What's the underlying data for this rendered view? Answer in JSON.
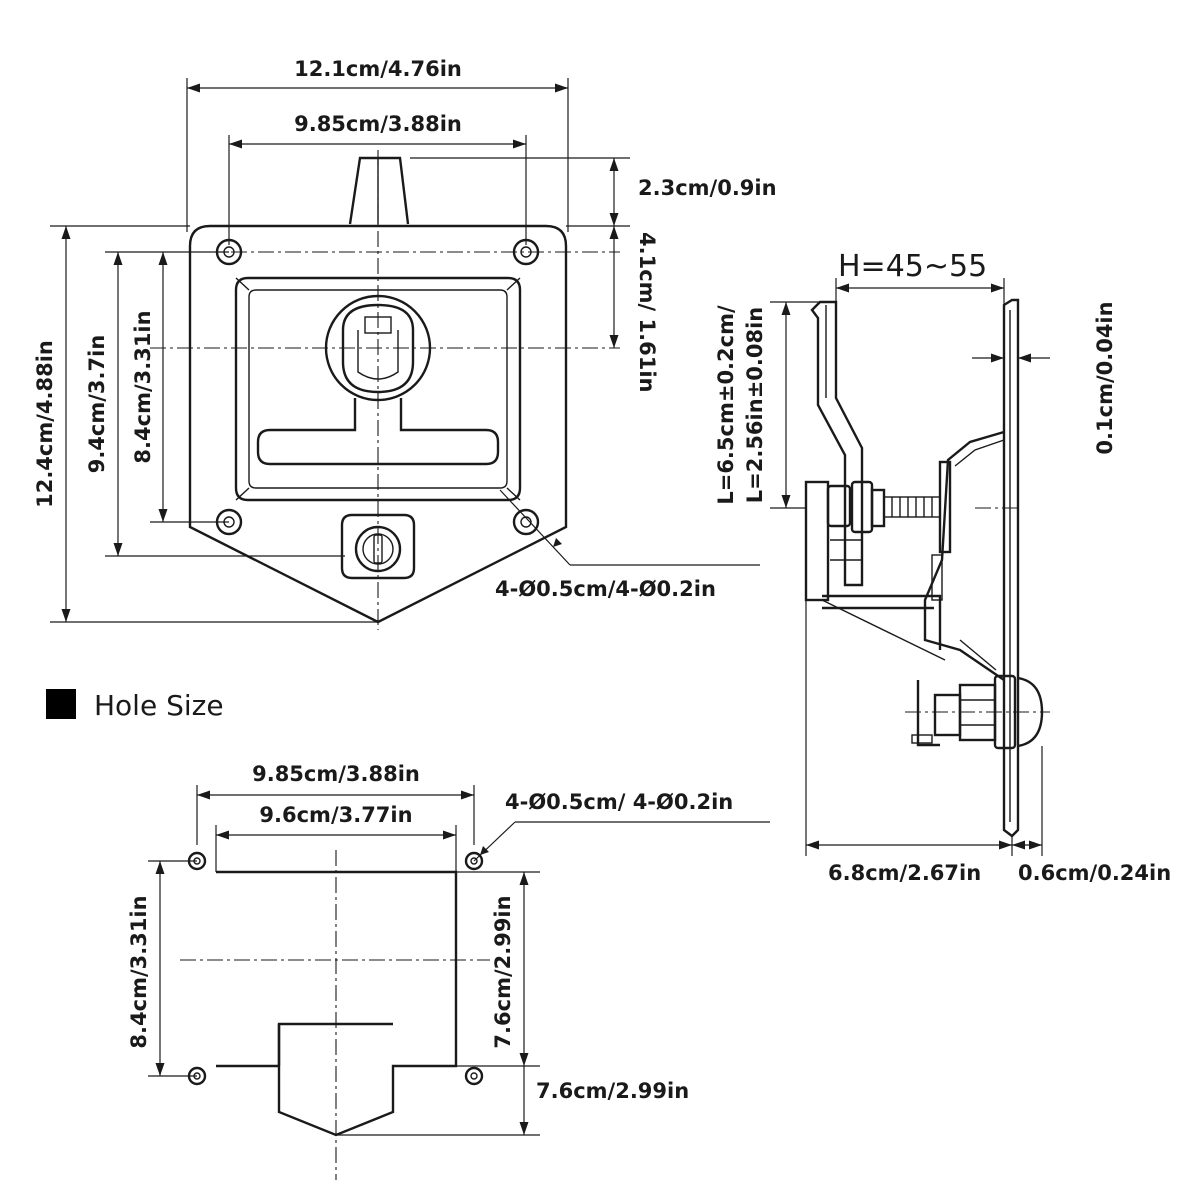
{
  "front_view": {
    "overall_width": "12.1cm/4.76in",
    "hole_spacing_width": "9.85cm/3.88in",
    "handle_projection": "2.3cm/0.9in",
    "handle_offset": "4.1cm/ 1.61in",
    "overall_height": "12.4cm/4.88in",
    "height_9_4": "9.4cm/3.7in",
    "hole_spacing_height": "8.4cm/3.31in",
    "mounting_holes": "4-Ø0.5cm/4-Ø0.2in"
  },
  "side_view": {
    "grip_range": "H=45~55",
    "length_line1": "L=6.5cm±0.2cm/",
    "length_line2": "L=2.56in±0.08in",
    "thickness": "0.1cm/0.04in",
    "depth": "6.8cm/2.67in",
    "flange": "0.6cm/0.24in"
  },
  "legend": {
    "label": "Hole Size",
    "swatch_color": "#000000"
  },
  "hole_size_view": {
    "hole_spacing_width": "9.85cm/3.88in",
    "cutout_width": "9.6cm/3.77in",
    "mounting_holes": "4-Ø0.5cm/ 4-Ø0.2in",
    "hole_spacing_height": "8.4cm/3.31in",
    "cutout_height": "7.6cm/2.99in",
    "lock_cutout_height": "7.6cm/2.99in"
  }
}
